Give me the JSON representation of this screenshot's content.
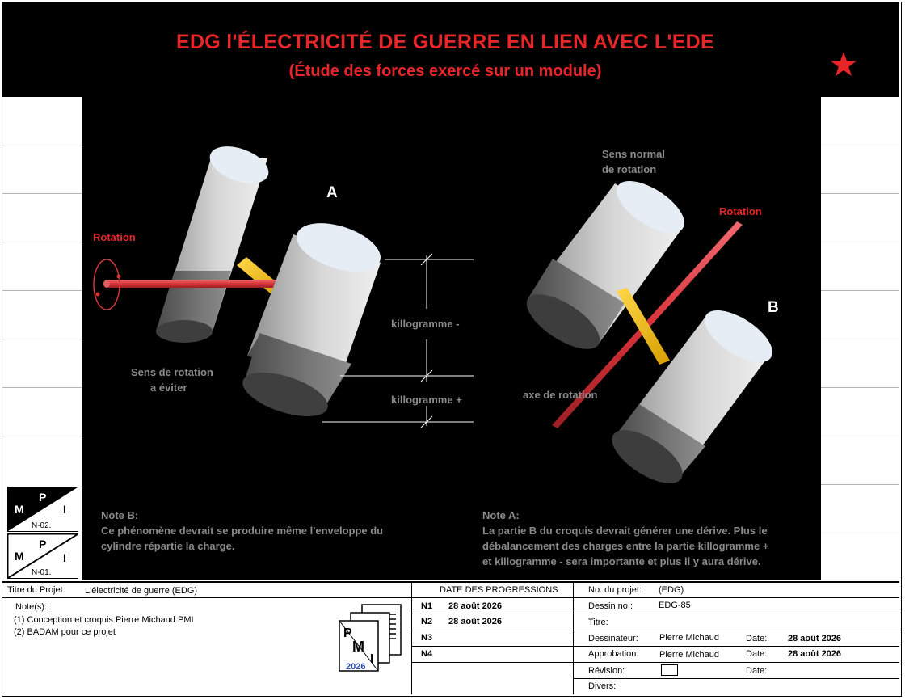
{
  "header": {
    "title": "EDG l'ÉLECTRICITÉ DE GUERRE EN LIEN AVEC L'EDE",
    "subtitle": "(Étude des forces exercé sur un module)"
  },
  "diagram": {
    "label_a": "A",
    "label_b": "B",
    "rotation_left": "Rotation",
    "rotation_right": "Rotation",
    "sens_eviter_line1": "Sens de rotation",
    "sens_eviter_line2": "a éviter",
    "sens_normal_line1": "Sens normal",
    "sens_normal_line2": "de rotation",
    "kg_minus": "killogramme -",
    "kg_plus": "killogramme +",
    "axe_rotation": "axe de rotation"
  },
  "notes": {
    "note_b_title": "Note B:",
    "note_b_line1": "Ce phénomène devrait se produire même l'enveloppe du",
    "note_b_line2": "cylindre répartie la charge.",
    "note_a_title": "Note A:",
    "note_a_line1": "La partie B du croquis devrait générer une dérive. Plus le",
    "note_a_line2": "débalancement des charges entre la partie killogramme +",
    "note_a_line3": "et killogramme - sera importante et plus il y aura dérive."
  },
  "side_logos": [
    {
      "m": "M",
      "p": "P",
      "i": "I",
      "code": "N-02."
    },
    {
      "m": "M",
      "p": "P",
      "i": "I",
      "code": "N-01."
    }
  ],
  "title_block": {
    "project_title_label": "Titre du Projet:",
    "project_title_value": "L'électricité de guerre (EDG)",
    "notes_label": "Note(s):",
    "note_1": "(1) Conception et croquis Pierre Michaud PMI",
    "note_2": "(2) BADAM pour ce projet",
    "pmi_logo": {
      "p": "P",
      "m": "M",
      "i": "I",
      "year": "2026"
    },
    "progress_header": "DATE DES PROGRESSIONS",
    "progress": [
      {
        "label": "N1",
        "date": "28 août 2026"
      },
      {
        "label": "N2",
        "date": "28 août 2026"
      },
      {
        "label": "N3",
        "date": ""
      },
      {
        "label": "N4",
        "date": ""
      }
    ],
    "project_no_label": "No. du projet:",
    "project_no_value": "(EDG)",
    "drawing_no_label": "Dessin no.:",
    "drawing_no_value": "EDG-85",
    "titre_label": "Titre:",
    "dessinateur_label": "Dessinateur:",
    "dessinateur_value": "Pierre Michaud",
    "dessinateur_date_label": "Date:",
    "dessinateur_date_value": "28 août 2026",
    "approbation_label": "Approbation:",
    "approbation_value": "Pierre Michaud",
    "approbation_date_label": "Date:",
    "approbation_date_value": "28 août 2026",
    "revision_label": "Révision:",
    "revision_date_label": "Date:",
    "divers_label": "Divers:"
  },
  "colors": {
    "title_red": "#e8262a",
    "rod_red": "#d9333a",
    "rod_yellow": "#f2c21a",
    "annotation_gray": "#8a8a8a"
  }
}
